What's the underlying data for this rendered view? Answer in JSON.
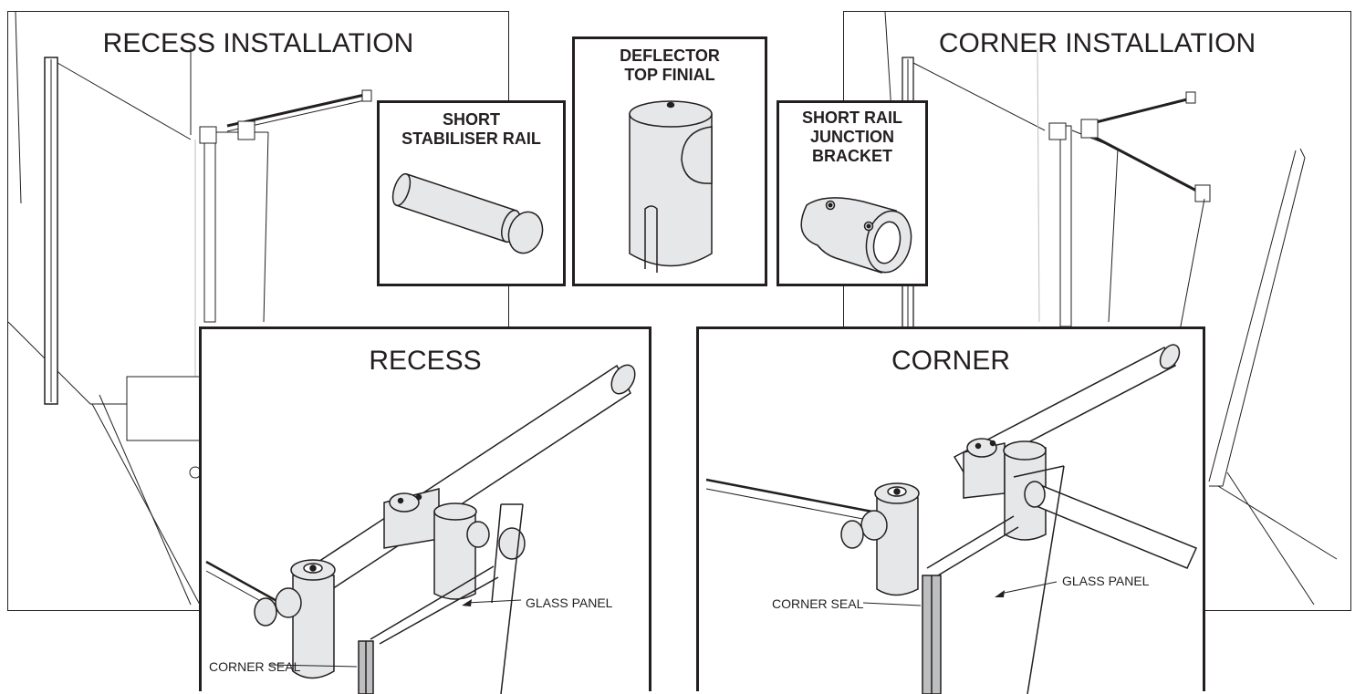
{
  "recess_installation": {
    "title": "RECESS INSTALLATION"
  },
  "corner_installation": {
    "title": "CORNER INSTALLATION"
  },
  "short_stabiliser_rail": {
    "title_lines": [
      "SHORT",
      "STABILISER RAIL"
    ]
  },
  "deflector_top_finial": {
    "title_lines": [
      "DEFLECTOR",
      "TOP FINIAL"
    ]
  },
  "short_rail_junction_bracket": {
    "title_lines": [
      "SHORT RAIL",
      "JUNCTION",
      "BRACKET"
    ]
  },
  "recess_detail": {
    "title": "RECESS",
    "glass_panel_label": "GLASS PANEL",
    "corner_seal_label": "CORNER SEAL"
  },
  "corner_detail": {
    "title": "CORNER",
    "glass_panel_label": "GLASS PANEL",
    "corner_seal_label": "CORNER SEAL"
  },
  "colors": {
    "line": "#231f20",
    "fill_grey": "#e6e7e8",
    "fill_dark": "#bcbec0",
    "background": "#ffffff"
  }
}
